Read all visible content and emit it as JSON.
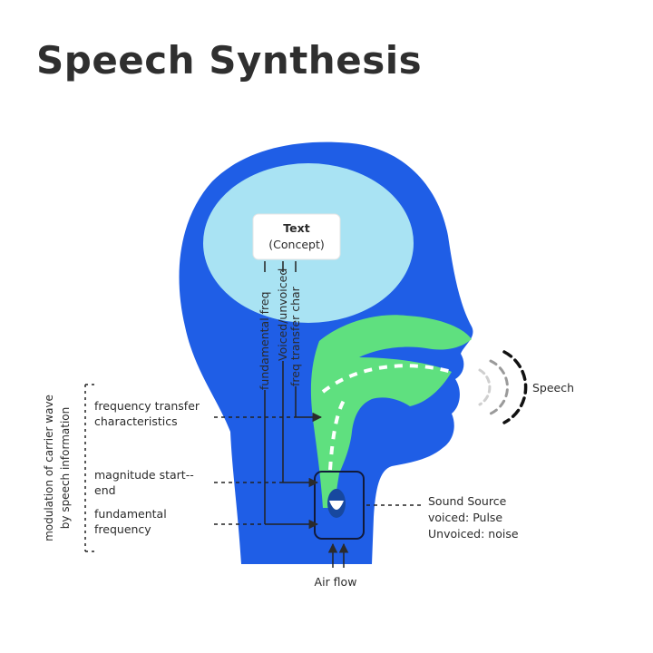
{
  "title": "Speech Synthesis",
  "text_box": {
    "line1": "Text",
    "line2": "(Concept)"
  },
  "vertical_labels": {
    "fundamental_freq": "fundamental freq",
    "voiced_unvoiced": "Voiced/unvoiced",
    "freq_transfer_char": "freq transfer char"
  },
  "side_label": {
    "line1": "modulation of carrier wave",
    "line2": "by speech information"
  },
  "left_labels": {
    "freq_transfer": [
      "frequency transfer",
      "characteristics"
    ],
    "magnitude": [
      "magnitude start--",
      "end"
    ],
    "fundamental": [
      "fundamental",
      "frequency"
    ]
  },
  "speech_label": "Speech",
  "sound_source": [
    "Sound Source",
    "voiced: Pulse",
    "Unvoiced: noise"
  ],
  "air_flow": "Air flow",
  "colors": {
    "head": "#1f5ee6",
    "brain": "#a9e3f3",
    "tract": "#5fe07f",
    "text": "#2b2b2b",
    "larynx": "#17489f"
  }
}
